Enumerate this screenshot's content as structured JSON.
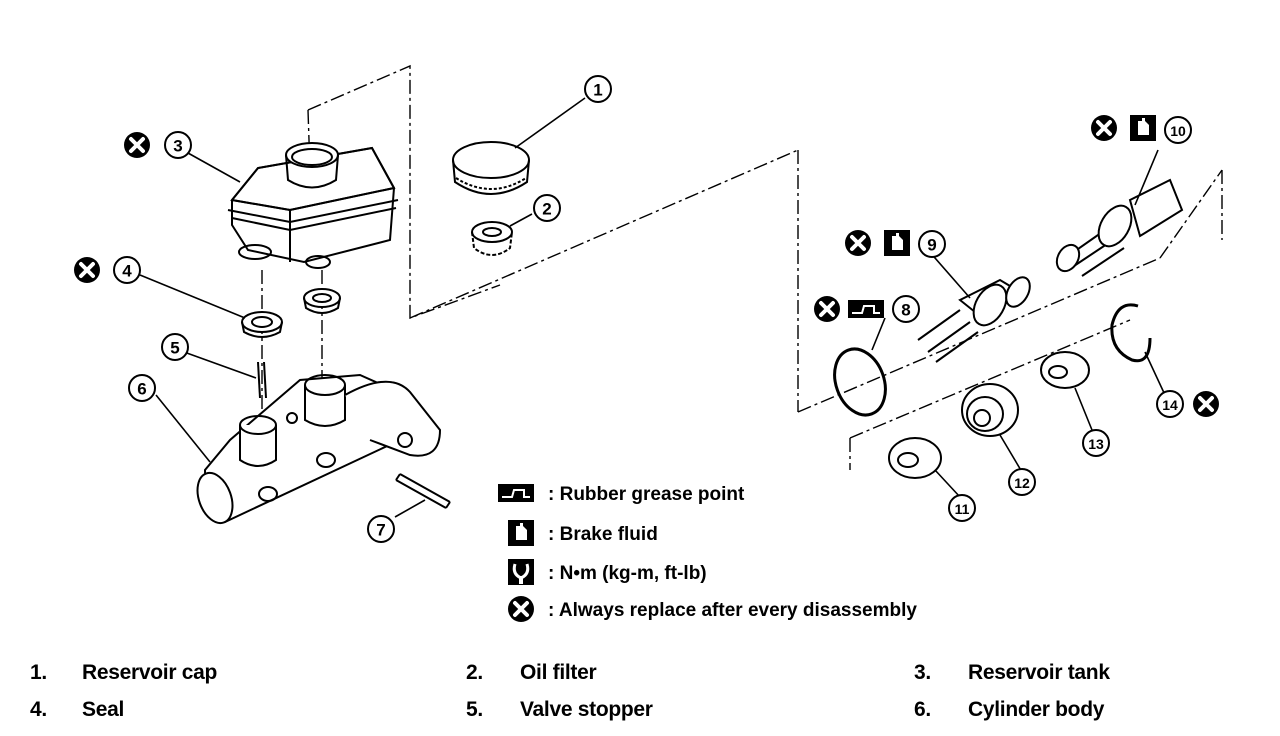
{
  "callouts": {
    "c1": "1",
    "c2": "2",
    "c3": "3",
    "c4": "4",
    "c5": "5",
    "c6": "6",
    "c7": "7",
    "c8": "8",
    "c9": "9",
    "c10": "10",
    "c11": "11",
    "c12": "12",
    "c13": "13",
    "c14": "14"
  },
  "legend": {
    "rubber_grease": ": Rubber grease point",
    "brake_fluid": ": Brake fluid",
    "torque": ":  N•m  (kg-m,  ft-lb)",
    "replace": ": Always replace after every disassembly"
  },
  "parts": [
    {
      "num": "1.",
      "label": "Reservoir cap"
    },
    {
      "num": "2.",
      "label": "Oil filter"
    },
    {
      "num": "3.",
      "label": "Reservoir tank"
    },
    {
      "num": "4.",
      "label": "Seal"
    },
    {
      "num": "5.",
      "label": "Valve stopper"
    },
    {
      "num": "6.",
      "label": "Cylinder body"
    }
  ]
}
